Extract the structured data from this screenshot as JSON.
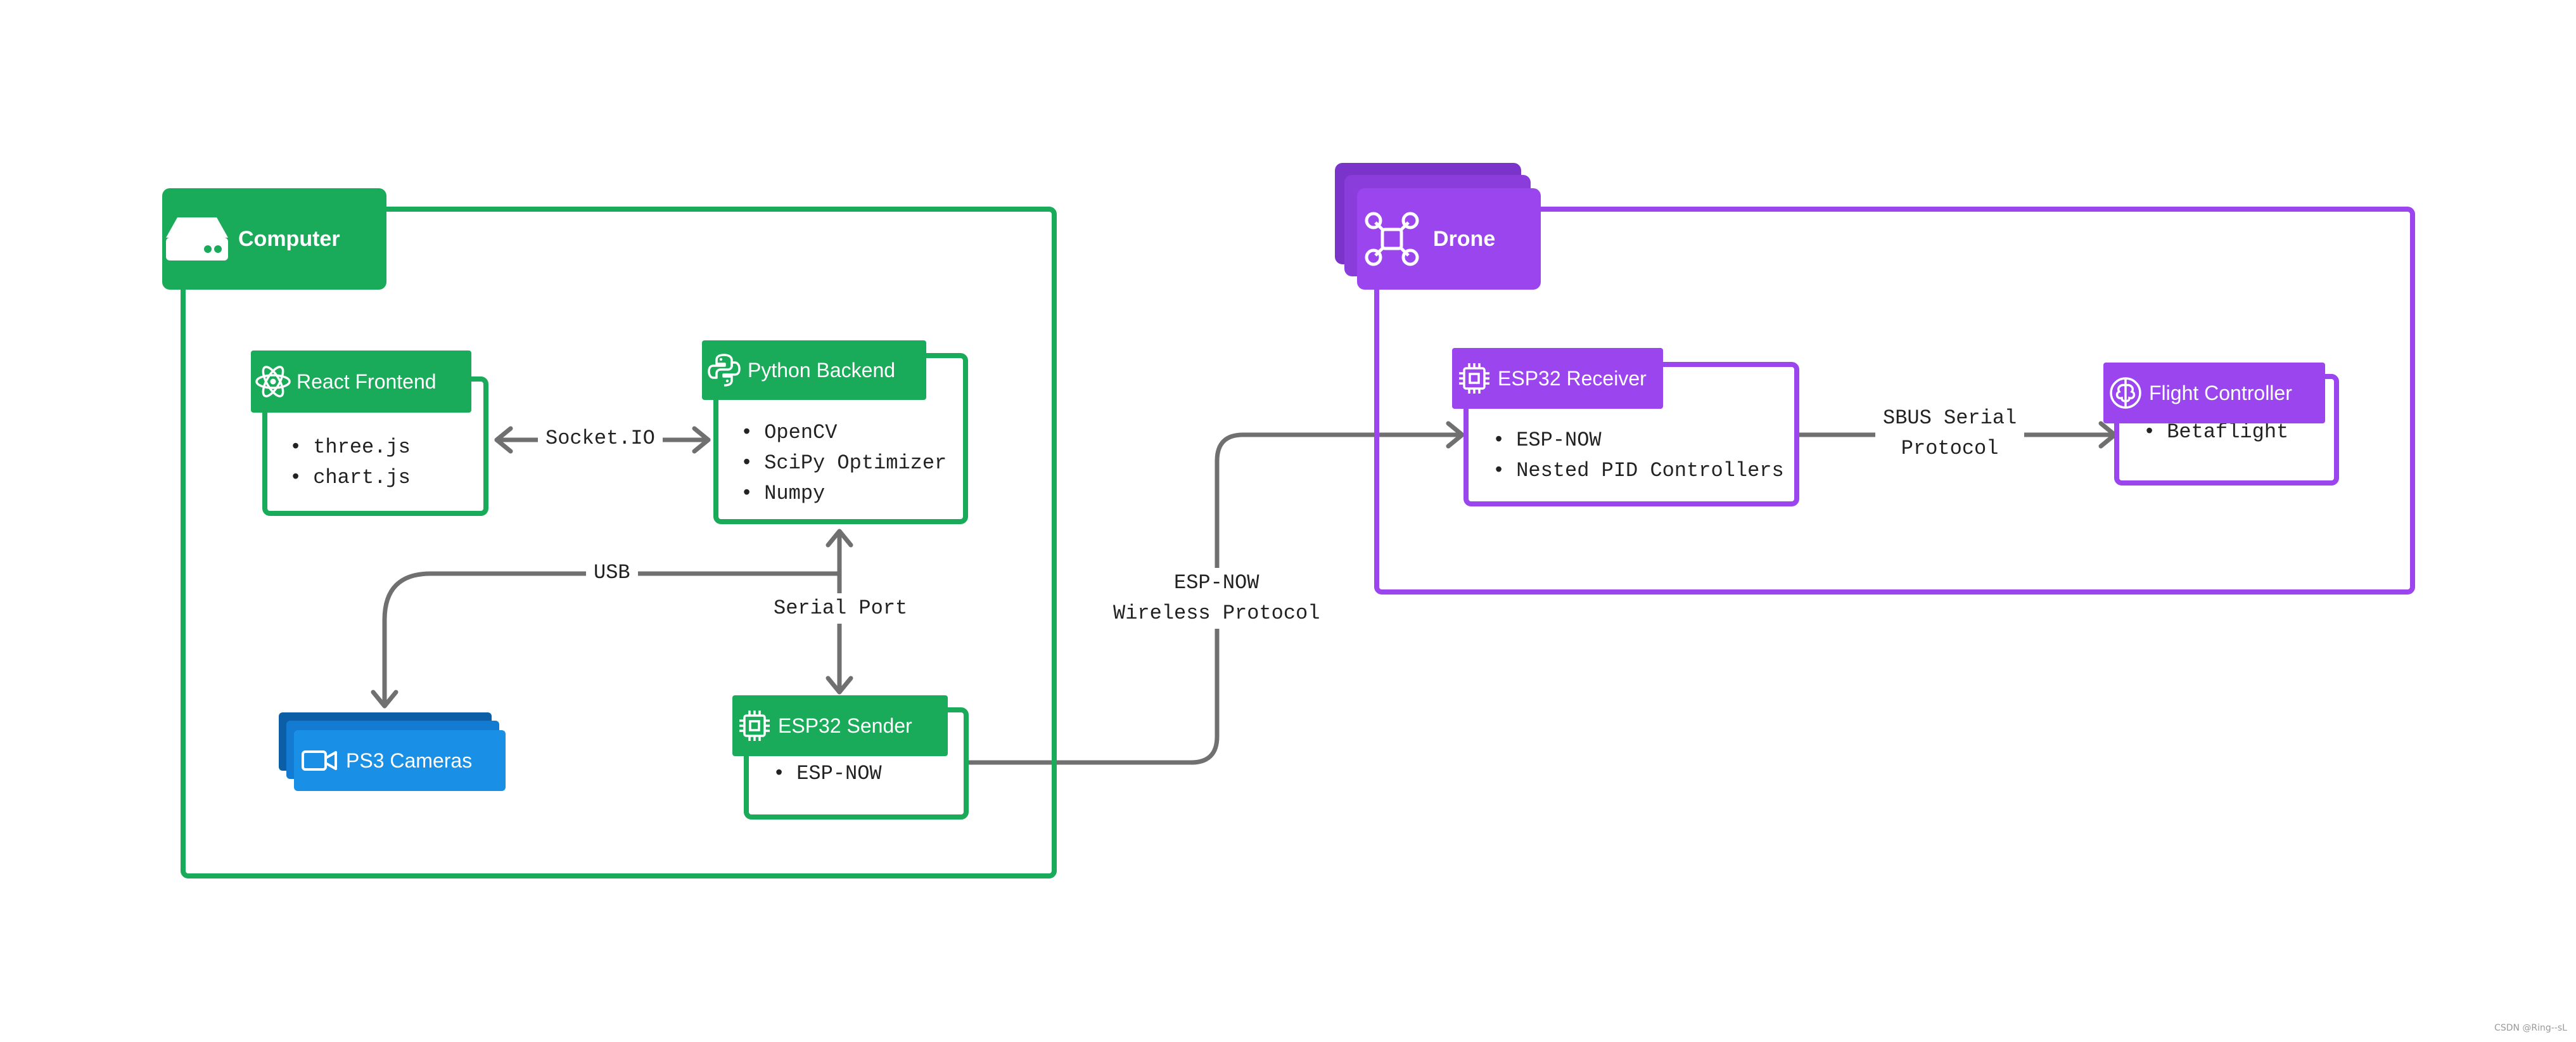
{
  "colors": {
    "green": "#1aab5a",
    "purple": "#9b45ef",
    "purple_dark": "#7b34c9",
    "blue": "#1a8fe6",
    "blue_dark": "#0c5fa6",
    "edge": "#707070"
  },
  "groups": {
    "computer": {
      "label": "Computer",
      "icon": "server-icon"
    },
    "drone": {
      "label": "Drone",
      "icon": "drone-icon"
    }
  },
  "nodes": {
    "react_frontend": {
      "label": "React Frontend",
      "icon": "react-icon",
      "items": [
        "three.js",
        "chart.js"
      ]
    },
    "python_backend": {
      "label": "Python Backend",
      "icon": "python-icon",
      "items": [
        "OpenCV",
        "SciPy Optimizer",
        "Numpy"
      ]
    },
    "ps3_cameras": {
      "label": "PS3 Cameras",
      "icon": "video-camera-icon"
    },
    "esp32_sender": {
      "label": "ESP32 Sender",
      "icon": "chip-icon",
      "items": [
        "ESP-NOW"
      ]
    },
    "esp32_receiver": {
      "label": "ESP32 Receiver",
      "icon": "chip-icon",
      "items": [
        "ESP-NOW",
        "Nested PID Controllers"
      ]
    },
    "flight_controller": {
      "label": "Flight Controller",
      "icon": "brain-icon",
      "items": [
        "Betaflight"
      ]
    }
  },
  "edges": {
    "socketio": "Socket.IO",
    "usb": "USB",
    "serial_port": "Serial Port",
    "espnow": "ESP-NOW\nWireless Protocol",
    "sbus": "SBUS Serial\nProtocol"
  },
  "watermark": "CSDN @Ring--sL"
}
